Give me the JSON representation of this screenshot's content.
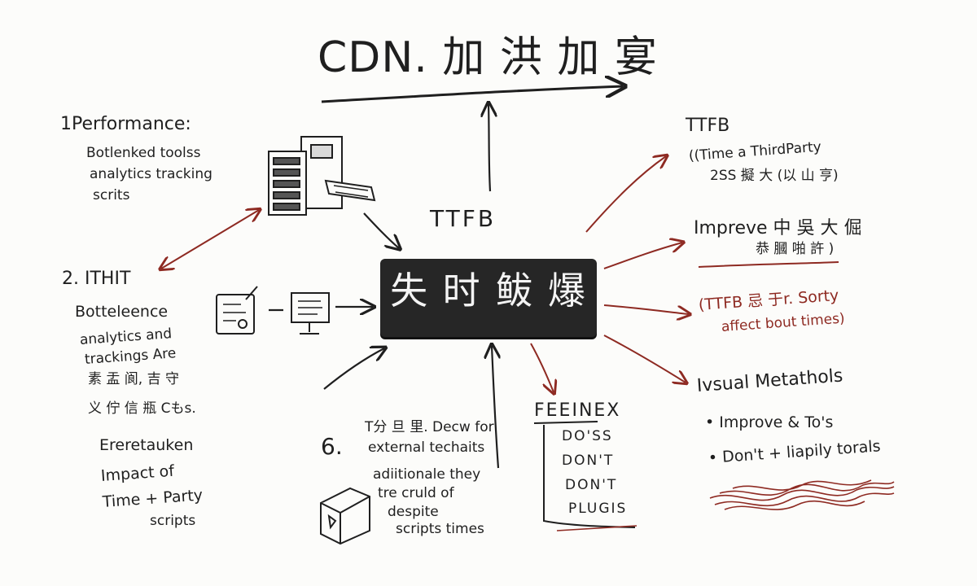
{
  "title": "CDN. 加 洪 加 宴",
  "center": {
    "label": "失 时 鲅 爆"
  },
  "ttfb_label": "TTFB",
  "left_top": {
    "heading": "1Performance:",
    "lines": [
      "Botlenked toolss",
      "analytics tracking",
      "scrits"
    ]
  },
  "left_mid": {
    "heading": "2. ITHIT",
    "lines": [
      "Botteleence",
      "analytics and",
      "trackings Are",
      "素 盂 阆, 吉 守",
      "义 佇 信 瓶 Cもs."
    ]
  },
  "left_bottom": {
    "lines": [
      "Ereretauken",
      "Impact of",
      "Time + Party",
      "scripts"
    ]
  },
  "bottom_mid": {
    "number": "6.",
    "lines": [
      "T分 旦 里. Decw for",
      "external techaits",
      "adiitionale they",
      "tre cruld of",
      "despite",
      "scripts times"
    ]
  },
  "bottom_list": {
    "heading": "FEEINEX",
    "items": [
      "DO'SS",
      "DON'T",
      "DON'T",
      "PLUGIS"
    ]
  },
  "right_1": {
    "heading": "TTFB",
    "lines": [
      "((Time a ThirdParty",
      "2SS 擬 大 (以 山 亨)"
    ]
  },
  "right_2": {
    "lines": [
      "Impreve 中 吳 大 倔",
      "恭 膕 啪 許 )"
    ]
  },
  "right_3": {
    "lines": [
      "(TTFB 忌 于r. Sorty",
      "affect bout times)"
    ]
  },
  "right_4": {
    "heading": "Ivsual Metathols",
    "items": [
      "• Improve & To's",
      "• Don't + liapily torals"
    ]
  },
  "colors": {
    "ink": "#1f1f1f",
    "red": "#8e2a22",
    "box": "#262626"
  }
}
